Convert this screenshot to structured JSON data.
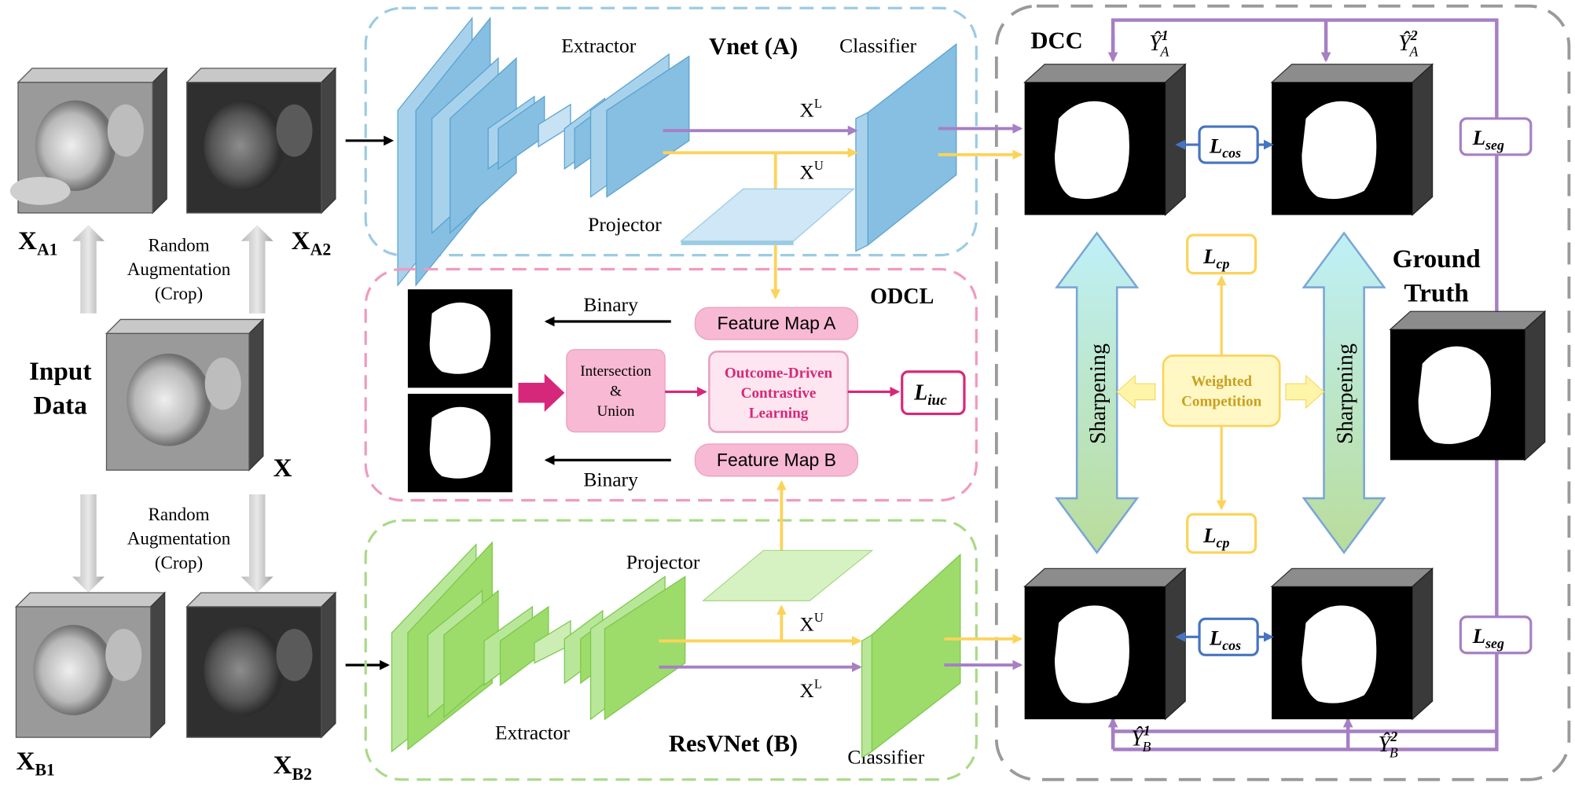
{
  "inputs": {
    "xa1": "X",
    "xa1_sub": "A1",
    "xa2": "X",
    "xa2_sub": "A2",
    "xb1": "X",
    "xb1_sub": "B1",
    "xb2": "X",
    "xb2_sub": "B2",
    "x": "X",
    "input_line1": "Input",
    "input_line2": "Data",
    "aug_top_1": "Random",
    "aug_top_2": "Augmentation",
    "aug_top_3": "(Crop)",
    "aug_bot_1": "Random",
    "aug_bot_2": "Augmentation",
    "aug_bot_3": "(Crop)"
  },
  "vnet": {
    "title": "Vnet (A)",
    "extractor": "Extractor",
    "classifier": "Classifier",
    "projector": "Projector",
    "xl": "X",
    "xl_sup": "L",
    "xu": "X",
    "xu_sup": "U"
  },
  "resvnet": {
    "title": "ResVNet (B)",
    "extractor": "Extractor",
    "classifier": "Classifier",
    "projector": "Projector",
    "xl": "X",
    "xl_sup": "L",
    "xu": "X",
    "xu_sup": "U"
  },
  "odcl": {
    "title": "ODCL",
    "binary_top": "Binary",
    "binary_bottom": "Binary",
    "feature_a": "Feature Map A",
    "feature_b": "Feature Map B",
    "intersection_1": "Intersection",
    "intersection_2": "&",
    "intersection_3": "Union",
    "odcl_1": "Outcome-Driven",
    "odcl_2": "Contrastive",
    "odcl_3": "Learning",
    "loss": "L",
    "loss_sub": "iuc"
  },
  "dcc": {
    "title": "DCC",
    "ya1": "Ŷ",
    "ya1_sup": "1",
    "ya1_sub": "A",
    "ya2": "Ŷ",
    "ya2_sup": "2",
    "ya2_sub": "A",
    "yb1": "Ŷ",
    "yb1_sup": "1",
    "yb1_sub": "B",
    "yb2": "Ŷ",
    "yb2_sup": "2",
    "yb2_sub": "B",
    "lcos_top": "L",
    "lcos_top_sub": "cos",
    "lcos_bot": "L",
    "lcos_bot_sub": "cos",
    "lcp_top": "L",
    "lcp_top_sub": "cp",
    "lcp_bot": "L",
    "lcp_bot_sub": "cp",
    "lseg_top": "L",
    "lseg_top_sub": "seg",
    "lseg_bot": "L",
    "lseg_bot_sub": "seg",
    "weighted_1": "Weighted",
    "weighted_2": "Competition",
    "sharpening_left": "Sharpening",
    "sharpening_right": "Sharpening",
    "gt_1": "Ground",
    "gt_2": "Truth"
  },
  "colors": {
    "purple": "#a67fc4",
    "yellow": "#fcd35a",
    "pink": "#d6287a",
    "blue_net": "#86bfe2",
    "green_net": "#9ddc6a",
    "gray_dash": "#9a9a9a",
    "lcos_blue": "#4674c2"
  }
}
